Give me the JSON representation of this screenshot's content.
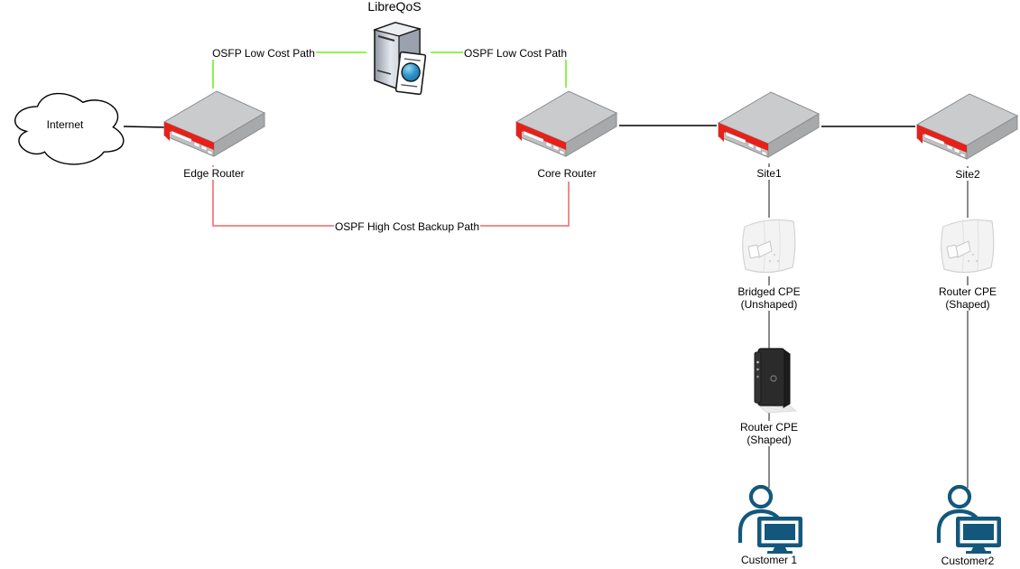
{
  "nodes": {
    "libreqos": "LibreQoS",
    "internet": "Internet",
    "edge_router": "Edge Router",
    "core_router": "Core Router",
    "site1": "Site1",
    "site2": "Site2",
    "bridged_cpe_line1": "Bridged CPE",
    "bridged_cpe_line2": "(Unshaped)",
    "router_cpe_wireless_line1": "Router CPE",
    "router_cpe_wireless_line2": "(Shaped)",
    "router_cpe_wired_line1": "Router CPE",
    "router_cpe_wired_line2": "(Shaped)",
    "customer1": "Customer 1",
    "customer2": "Customer2"
  },
  "links": {
    "osfp_low_cost": {
      "label": "OSFP Low Cost Path",
      "color": "#80F23C"
    },
    "ospf_low_cost": {
      "label": "OSPF Low Cost Path",
      "color": "#80F23C"
    },
    "ospf_backup": {
      "label": "OSPF High Cost Backup Path",
      "color": "#F47C7C"
    },
    "trunk_color": "#000000",
    "drop_color": "#595959"
  },
  "colors": {
    "background": "#ffffff",
    "router_red": "#E8201A",
    "customer_teal": "#13587C"
  }
}
